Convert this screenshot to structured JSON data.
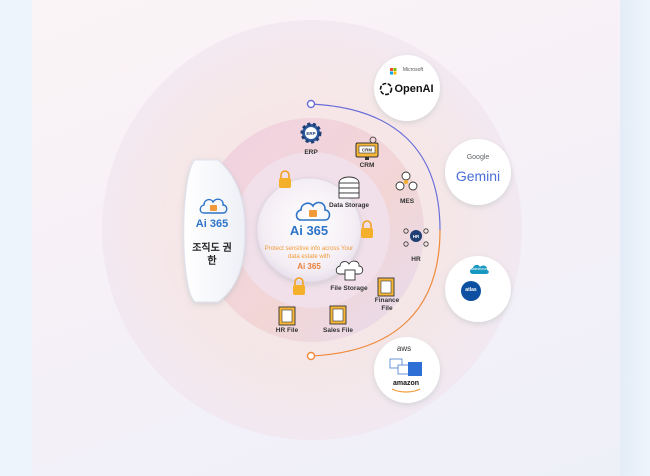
{
  "center": {
    "brand": "Ai 365",
    "message": "Protect sensitive info across Your data estate with",
    "message_brand": "Ai 365"
  },
  "side_tab": {
    "brand": "Ai 365",
    "permission": "조직도 권한"
  },
  "nodes": {
    "erp": "ERP",
    "crm": "CRM",
    "mes": "MES",
    "hr": "HR",
    "finance_file": "Finance File",
    "sales_file": "Sales File",
    "hr_file": "HR File",
    "data_storage": "Data Storage",
    "file_storage": "File Storage"
  },
  "icons": {
    "erp_icon_text": "ERP",
    "crm_icon_text": "CRM",
    "hr_icon_text": "HR"
  },
  "partners": {
    "openai_sub": "Microsoft",
    "openai": "OpenAI",
    "gemini_sub": "Google",
    "gemini": "Gemini",
    "salesforce": "salesforce",
    "atlas": "atlas",
    "aws": "aws",
    "amazon": "amazon"
  },
  "colors": {
    "accent_blue": "#2d74c8",
    "accent_orange": "#f29a3a",
    "arc_purple": "#6a6fd8"
  }
}
